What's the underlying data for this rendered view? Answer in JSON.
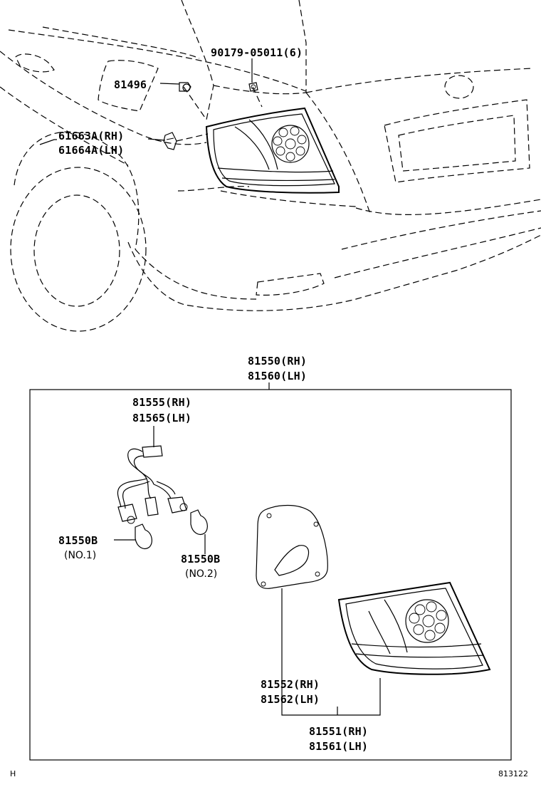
{
  "car_parts": {
    "clip_code": "90179-05011(6)",
    "screw_code": "81496",
    "socket_rh": "61663A(RH)",
    "socket_lh": "61664A(LH)"
  },
  "assembly": {
    "rh": "81550(RH)",
    "lh": "81560(LH)"
  },
  "wiring": {
    "rh": "81555(RH)",
    "lh": "81565(LH)"
  },
  "bulb1": {
    "code": "81550B",
    "note": "(NO.1)"
  },
  "bulb2": {
    "code": "81550B",
    "note": "(NO.2)"
  },
  "gasket": {
    "rh": "81552(RH)",
    "lh": "81562(LH)"
  },
  "lens": {
    "rh": "81551(RH)",
    "lh": "81561(LH)"
  },
  "footer": {
    "left": "H",
    "right": "813122"
  }
}
